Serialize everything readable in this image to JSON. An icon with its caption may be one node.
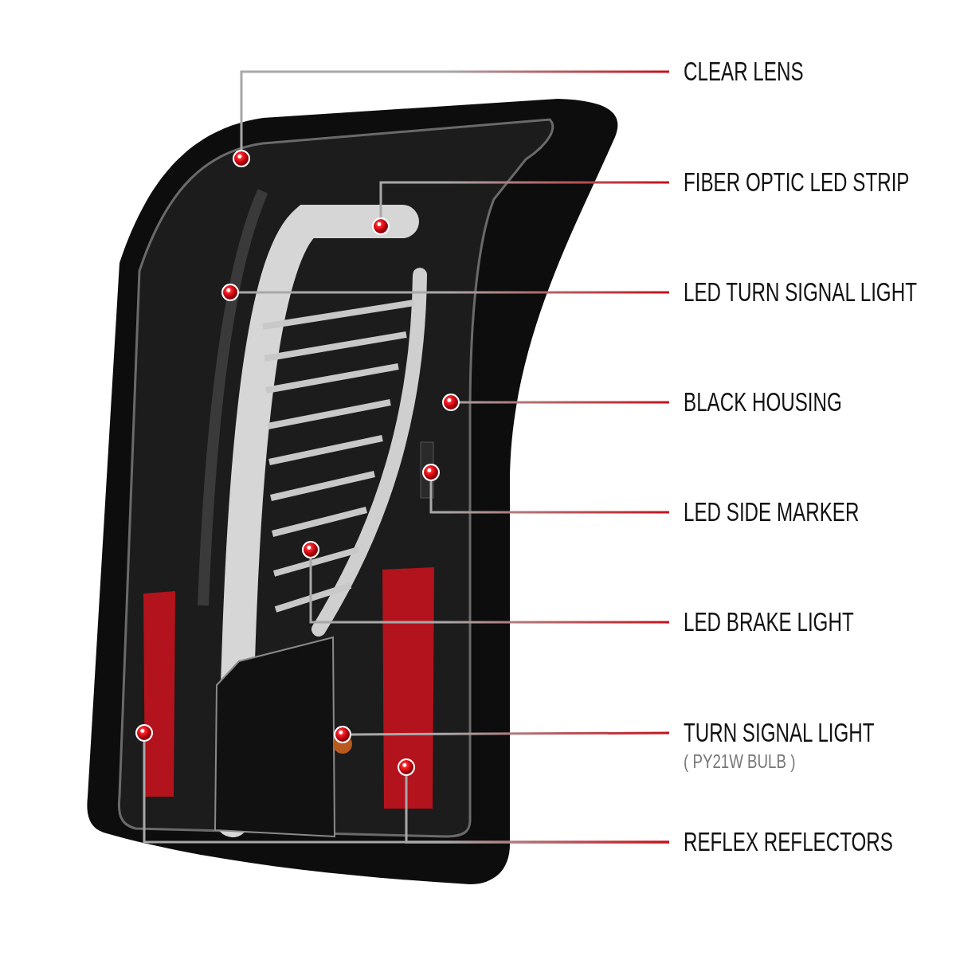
{
  "diagram": {
    "nodes": [
      {
        "text": [
          "CLEAR LENS"
        ]
      },
      {
        "text": [
          "FIBER OPTIC LED STRIP"
        ]
      },
      {
        "text": [
          "LED TURN SIGNAL LIGHT"
        ]
      },
      {
        "text": [
          "BLACK HOUSING"
        ]
      },
      {
        "text": [
          "LED SIDE MARKER"
        ]
      },
      {
        "text": [
          "LED BRAKE LIGHT"
        ]
      },
      {
        "text": [
          "TURN SIGNAL LIGHT",
          "( PY21W BULB )"
        ]
      },
      {
        "text": [
          "REFLEX REFLECTORS"
        ]
      },
      {
        "text": [],
        "shape": "circle"
      },
      {
        "text": [],
        "shape": "circle"
      },
      {
        "text": [],
        "shape": "circle"
      },
      {
        "text": [],
        "shape": "circle"
      },
      {
        "text": [],
        "shape": "circle"
      },
      {
        "text": [],
        "shape": "circle"
      },
      {
        "text": [],
        "shape": "circle"
      },
      {
        "text": [],
        "shape": "circle"
      },
      {
        "text": [],
        "shape": "circle"
      }
    ],
    "edges": [
      {
        "from": 0,
        "to": 8,
        "arrow": "none"
      },
      {
        "from": 1,
        "to": 9,
        "arrow": "none"
      },
      {
        "from": 2,
        "to": 10,
        "arrow": "none"
      },
      {
        "from": 3,
        "to": 11,
        "arrow": "none"
      },
      {
        "from": 4,
        "to": 12,
        "arrow": "none"
      },
      {
        "from": 5,
        "to": 13,
        "arrow": "none"
      },
      {
        "from": 6,
        "to": 15,
        "arrow": "none"
      },
      {
        "from": 7,
        "to": 14,
        "arrow": "none"
      },
      {
        "from": 7,
        "to": 16,
        "arrow": "none"
      }
    ]
  }
}
